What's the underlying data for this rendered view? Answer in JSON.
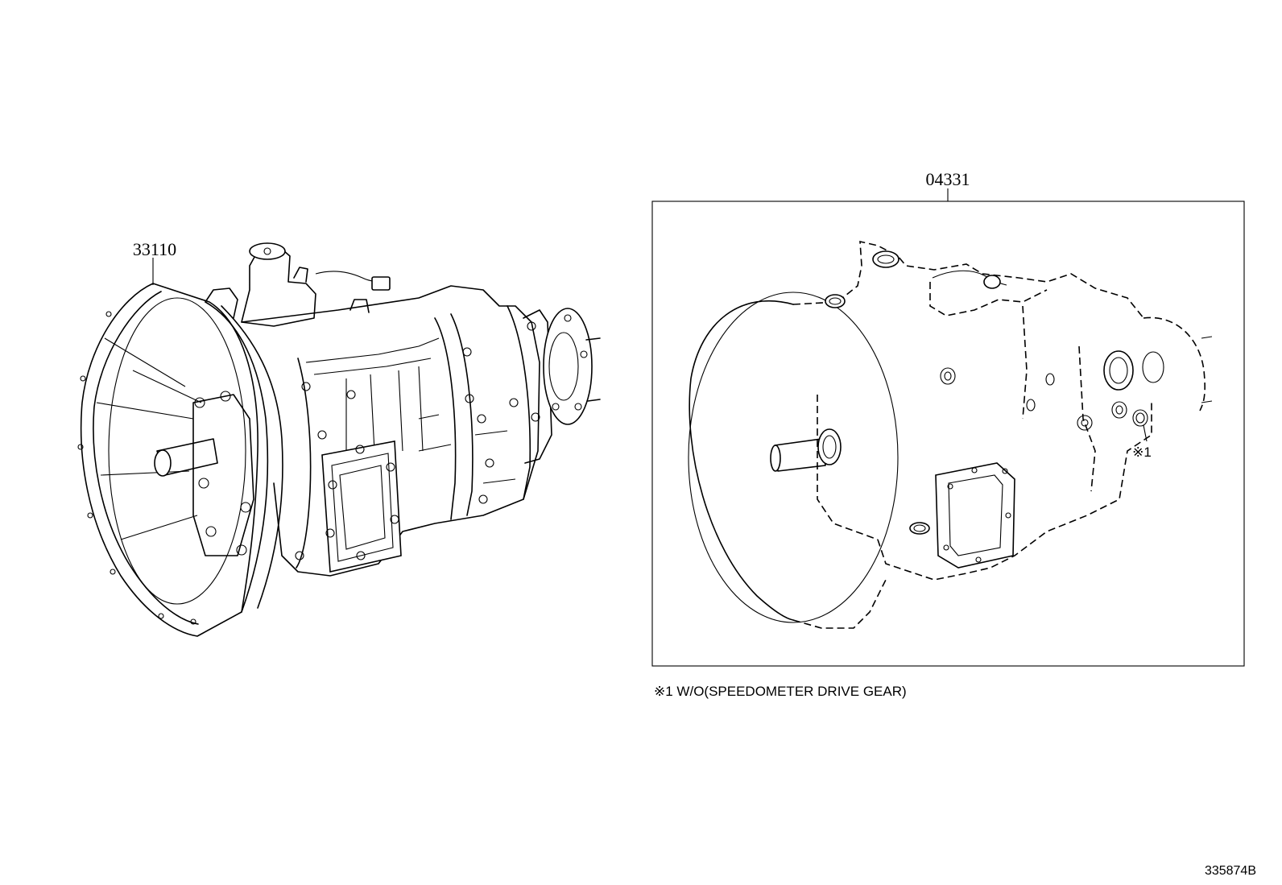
{
  "parts": {
    "transmission_assembly": {
      "number": "33110"
    },
    "gasket_kit": {
      "number": "04331",
      "mark_ref": "※1"
    }
  },
  "footnote": "※1 W/O(SPEEDOMETER DRIVE GEAR)",
  "diagram_code": "335874B"
}
